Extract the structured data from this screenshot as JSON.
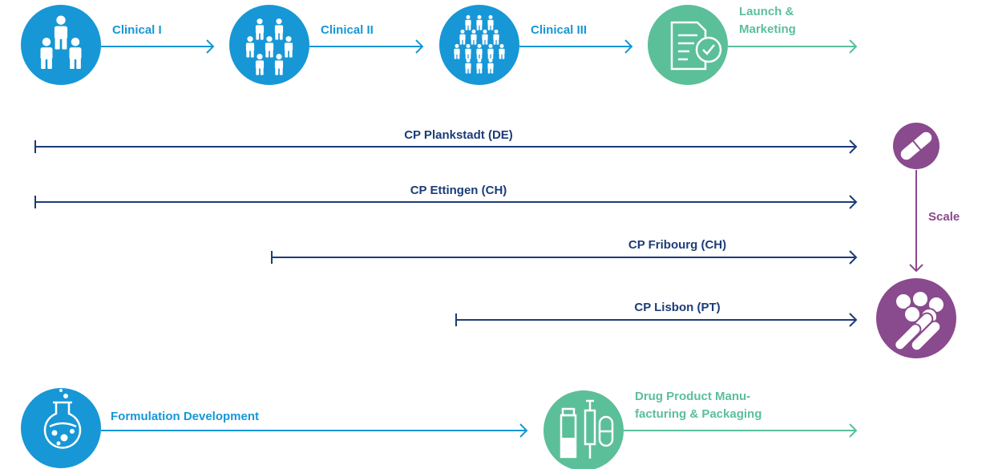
{
  "phases": {
    "clinical_1": "Clinical I",
    "clinical_2": "Clinical II",
    "clinical_3": "Clinical III",
    "launch_line1": "Launch &",
    "launch_line2": "Marketing"
  },
  "sites": {
    "plankstadt": "CP Plankstadt (DE)",
    "ettingen": "CP Ettingen (CH)",
    "fribourg": "CP Fribourg (CH)",
    "lisbon": "CP Lisbon (PT)"
  },
  "scale_label": "Scale",
  "bottom": {
    "formulation": "Formulation Development",
    "drug_line1": "Drug Product Manu-",
    "drug_line2": "facturing & Packaging"
  },
  "icons": [
    "people-small-group-icon",
    "people-medium-group-icon",
    "people-large-group-icon",
    "document-check-icon",
    "single-pill-icon",
    "many-pills-icon",
    "flask-icon",
    "vial-syringe-capsule-icon"
  ],
  "colors": {
    "blue": "#1797d6",
    "navy": "#1d3c78",
    "green": "#5bbf9a",
    "purple": "#8a4a8e"
  }
}
